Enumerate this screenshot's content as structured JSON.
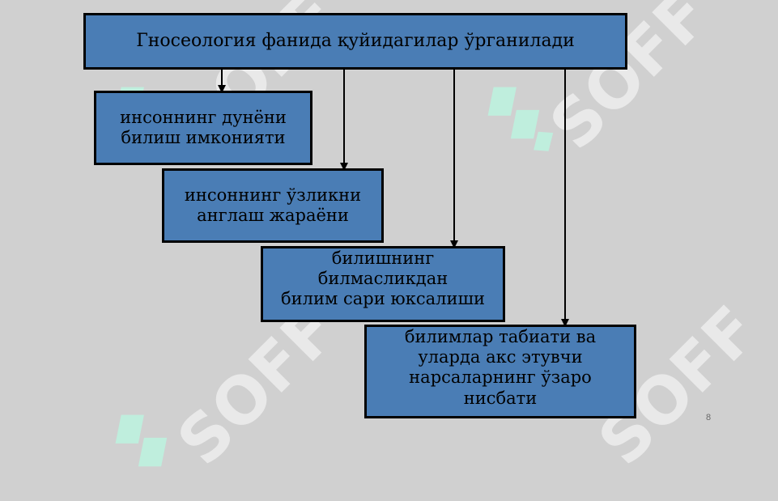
{
  "title": "Гносеология фанида қуйидагилар ўрганилади",
  "items": [
    {
      "text": "инсоннинг дунёни \nбилиш имконияти"
    },
    {
      "text": "инсоннинг ўзликни \nанглаш жараёни"
    },
    {
      "text": "билишнинг \nбилмасликдан \nбилим сари юксалиши"
    },
    {
      "text": "билимлар табиати ва \nуларда акс этувчи \nнарсаларнинг ўзаро \nнисбати"
    }
  ],
  "page_number": "8",
  "watermark": "SOFF",
  "colors": {
    "background": "#d0d0d0",
    "box_fill": "#4a7db5",
    "border": "#000000",
    "watermark_glyph": "#bfeedd"
  }
}
